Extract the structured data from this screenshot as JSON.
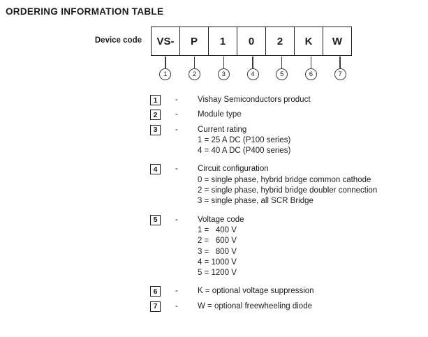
{
  "title": "ORDERING INFORMATION TABLE",
  "dash": "-",
  "device_code": {
    "label": "Device code",
    "segments": [
      "VS-",
      "P",
      "1",
      "0",
      "2",
      "K",
      "W"
    ],
    "positions": [
      "1",
      "2",
      "3",
      "4",
      "5",
      "6",
      "7"
    ]
  },
  "legend": [
    {
      "num": "1",
      "title": "Vishay Semiconductors product"
    },
    {
      "num": "2",
      "title": "Module type"
    },
    {
      "num": "3",
      "title": "Current rating",
      "options": [
        "1 = 25 A DC (P100 series)",
        "4 = 40 A DC (P400 series)"
      ]
    },
    {
      "num": "4",
      "title": "Circuit configuration",
      "options": [
        "0 = single phase, hybrid bridge common cathode",
        "2 = single phase, hybrid bridge doubler connection",
        "3 = single phase, all SCR Bridge"
      ]
    },
    {
      "num": "5",
      "title": "Voltage code",
      "options": [
        "1 =   400 V",
        "2 =   600 V",
        "3 =   800 V",
        "4 = 1000 V",
        "5 = 1200 V"
      ]
    },
    {
      "num": "6",
      "title": "K = optional voltage suppression"
    },
    {
      "num": "7",
      "title": "W = optional freewheeling diode"
    }
  ],
  "colors": {
    "text": "#1c1c1c",
    "background": "#ffffff",
    "line": "#3c3c3c"
  }
}
